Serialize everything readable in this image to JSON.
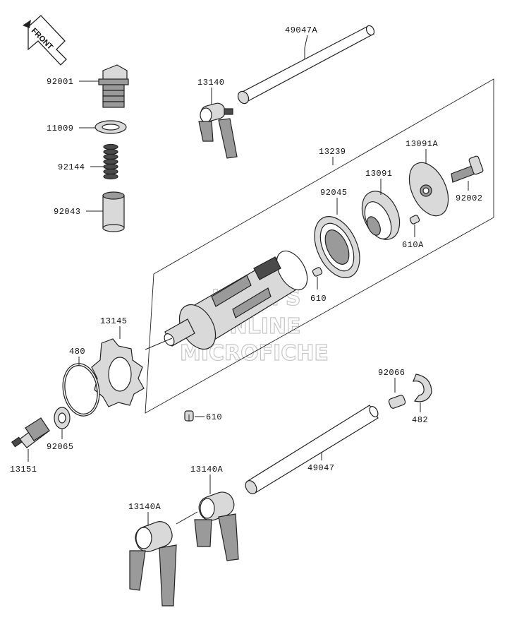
{
  "front_badge": "FRONT",
  "watermark": [
    "HLSM'S",
    "ONLINE",
    "MICROFICHE"
  ],
  "labels": {
    "p49047A": "49047A",
    "p13140": "13140",
    "p92001": "92001",
    "p11009": "11009",
    "p92144": "92144",
    "p92043": "92043",
    "p13239": "13239",
    "p13091A": "13091A",
    "p92002": "92002",
    "p13091": "13091",
    "p92045": "92045",
    "p610A": "610A",
    "p610_upper": "610",
    "p13145": "13145",
    "p480": "480",
    "p610_lower": "610",
    "p92066": "92066",
    "p482": "482",
    "p13151": "13151",
    "p92065": "92065",
    "p49047": "49047",
    "p13140A_upper": "13140A",
    "p13140A_lower": "13140A"
  }
}
